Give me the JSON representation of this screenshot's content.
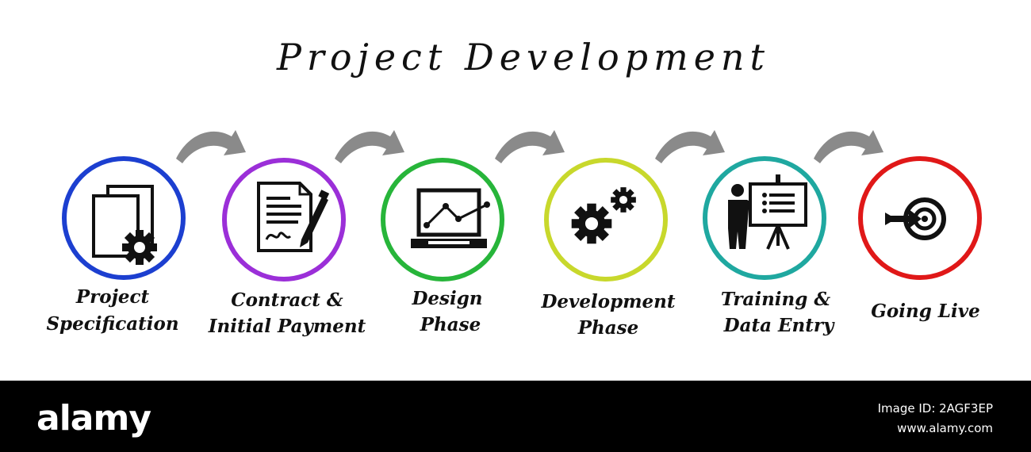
{
  "title": "Project Development",
  "steps": [
    {
      "line1": "Project",
      "line2": "Specification",
      "color": "#1c3fd0",
      "icon": "documents-gear-icon"
    },
    {
      "line1": "Contract &",
      "line2": "Initial Payment",
      "color": "#9b2fd8",
      "icon": "contract-pen-icon"
    },
    {
      "line1": "Design",
      "line2": "Phase",
      "color": "#27b53a",
      "icon": "laptop-chart-icon"
    },
    {
      "line1": "Development",
      "line2": "Phase",
      "color": "#c8d82c",
      "icon": "gears-icon"
    },
    {
      "line1": "Training &",
      "line2": "Data Entry",
      "color": "#1fa8a0",
      "icon": "presentation-icon"
    },
    {
      "line1": "Going Live",
      "line2": "",
      "color": "#e01818",
      "icon": "target-arrow-icon"
    }
  ],
  "arrow_color": "#8a8a8a",
  "footer": {
    "brand": "alamy",
    "image_id": "Image ID: 2AGF3EP",
    "site": "www.alamy.com"
  }
}
